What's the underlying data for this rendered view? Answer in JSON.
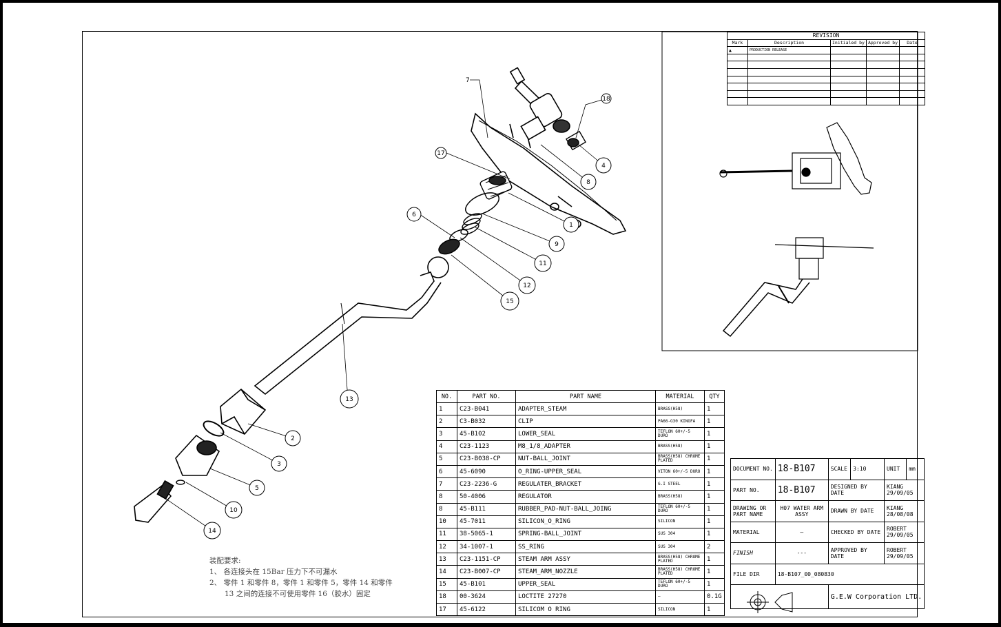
{
  "revision": {
    "title": "REVISION",
    "headers": [
      "Mark",
      "Description",
      "Initialed by",
      "Approved by",
      "Date"
    ],
    "rows": [
      [
        "▲",
        "PRODUCTION RELEASE",
        "",
        "",
        ""
      ],
      [
        "",
        "",
        "",
        "",
        ""
      ],
      [
        "",
        "",
        "",
        "",
        ""
      ],
      [
        "",
        "",
        "",
        "",
        ""
      ],
      [
        "",
        "",
        "",
        "",
        ""
      ],
      [
        "",
        "",
        "",
        "",
        ""
      ],
      [
        "",
        "",
        "",
        "",
        ""
      ],
      [
        "",
        "",
        "",
        "",
        ""
      ]
    ]
  },
  "bom": {
    "headers": [
      "NO.",
      "PART NO.",
      "PART NAME",
      "MATERIAL",
      "QTY"
    ],
    "rows": [
      [
        "1",
        "C23-B041",
        "ADAPTER_STEAM",
        "BRASS(H58)",
        "1"
      ],
      [
        "2",
        "C3-B032",
        "CLIP",
        "PA66-G30 KINGFA",
        "1"
      ],
      [
        "3",
        "45-B102",
        "LOWER_SEAL",
        "TEFLON 60+/-5 DURO",
        "1"
      ],
      [
        "4",
        "C23-1123",
        "M8_1/8_ADAPTER",
        "BRASS(H58)",
        "1"
      ],
      [
        "5",
        "C23-B038-CP",
        "NUT-BALL_JOINT",
        "BRASS(H58) CHROME PLATED",
        "1"
      ],
      [
        "6",
        "45-6090",
        "O_RING-UPPER_SEAL",
        "VITON 60+/-5 DURO",
        "1"
      ],
      [
        "7",
        "C23-2236-G",
        "REGULATER_BRACKET",
        "G.I STEEL",
        "1"
      ],
      [
        "8",
        "50-4006",
        "REGULATOR",
        "BRASS(H58)",
        "1"
      ],
      [
        "8",
        "45-B111",
        "RUBBER_PAD-NUT-BALL_JOING",
        "TEFLON 60+/-5 DURO",
        "1"
      ],
      [
        "10",
        "45-7011",
        "SILICON_O_RING",
        "SILICON",
        "1"
      ],
      [
        "11",
        "38-5065-1",
        "SPRING-BALL_JOINT",
        "SUS 304",
        "1"
      ],
      [
        "12",
        "34-1007-1",
        "SS_RING",
        "SUS 304",
        "2"
      ],
      [
        "13",
        "C23-1151-CP",
        "STEAM ARM ASSY",
        "BRASS(H58) CHROME PLATED",
        "1"
      ],
      [
        "14",
        "C23-B007-CP",
        "STEAM_ARM_NOZZLE",
        "BRASS(H58) CHROME PLATED",
        "1"
      ],
      [
        "15",
        "45-B101",
        "UPPER_SEAL",
        "TEFLON 60+/-5 DURO",
        "1"
      ],
      [
        "18",
        "00-3624",
        "LOCTITE 27270",
        "—",
        "0.1G"
      ],
      [
        "17",
        "45-6122",
        "SILICOM O RING",
        "SILICON",
        "1"
      ]
    ]
  },
  "title_block": {
    "document_no_label": "DOCUMENT NO.",
    "document_no": "18-B107",
    "scale_label": "SCALE",
    "scale": "3:10",
    "unit_label": "UNIT",
    "unit": "mm",
    "part_no_label": "PART NO.",
    "part_no": "18-B107",
    "designed_label": "DESIGNED BY DATE",
    "designed_by": "KIANG 29/09/05",
    "drawing_name_label": "DRAWING OR PART NAME",
    "drawing_name": "H07 WATER ARM ASSY",
    "drawn_label": "DRAWN BY DATE",
    "drawn_by": "KIANG 28/08/08",
    "material_label": "MATERIAL",
    "material": "—",
    "checked_label": "CHECKED BY DATE",
    "checked_by": "ROBERT 29/09/05",
    "finish_label": "FINISH",
    "finish": "---",
    "approved_label": "APPROVED BY DATE",
    "approved_by": "ROBERT 29/09/05",
    "file_dir_label": "FILE DIR",
    "file_dir": "18-B107_00_080830",
    "company": "G.E.W Corporation LTD."
  },
  "notes": {
    "heading": "装配要求:",
    "line1": "1、 各连接头在 15Bar 压力下不可漏水",
    "line2": "2、 零件 1 和零件 8，零件 1 和零件 5，零件 14 和零件",
    "line3": "13 之间的连接不可使用零件 16（胶水）固定"
  },
  "balloons": [
    "7",
    "18",
    "17",
    "4",
    "8",
    "1",
    "6",
    "9",
    "11",
    "12",
    "15",
    "13",
    "2",
    "3",
    "5",
    "10",
    "14"
  ]
}
